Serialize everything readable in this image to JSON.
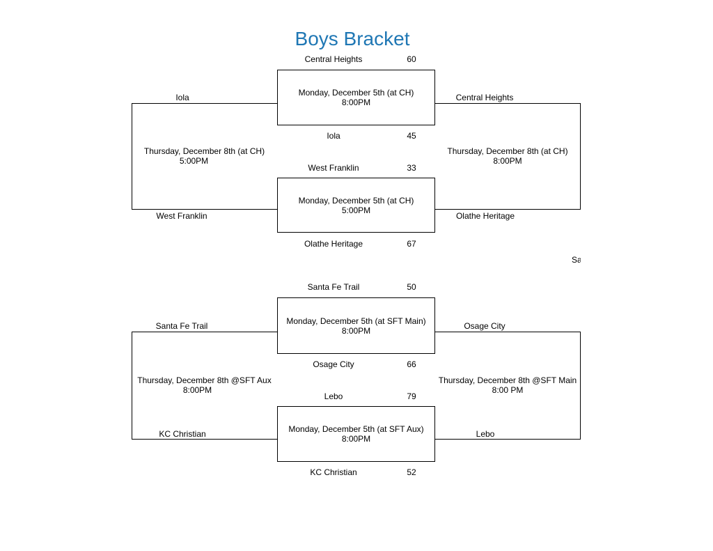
{
  "title": "Boys Bracket",
  "top": {
    "game1": {
      "team_a": "Central Heights",
      "score_a": "60",
      "date": "Monday, December 5th (at CH)",
      "time": "8:00PM",
      "team_b": "Iola",
      "score_b": "45"
    },
    "game2": {
      "team_a": "West Franklin",
      "score_a": "33",
      "date": "Monday, December 5th (at CH)",
      "time": "5:00PM",
      "team_b": "Olathe Heritage",
      "score_b": "67"
    },
    "left_top": "Iola",
    "left_bottom": "West Franklin",
    "left_date": "Thursday, December 8th (at CH)",
    "left_time": "5:00PM",
    "right_top": "Central Heights",
    "right_bottom": "Olathe Heritage",
    "right_date": "Thursday, December 8th (at CH)",
    "right_time": "8:00PM",
    "cut_label": "Sa"
  },
  "bottom": {
    "game1": {
      "team_a": "Santa Fe Trail",
      "score_a": "50",
      "date": "Monday, December 5th (at SFT Main)",
      "time": "8:00PM",
      "team_b": "Osage City",
      "score_b": "66"
    },
    "game2": {
      "team_a": "Lebo",
      "score_a": "79",
      "date": "Monday, December 5th (at SFT Aux)",
      "time": "8:00PM",
      "team_b": "KC Christian",
      "score_b": "52"
    },
    "left_top": "Santa Fe Trail",
    "left_bottom": "KC Christian",
    "left_date": "Thursday, December 8th @SFT Aux",
    "left_time": "8:00PM",
    "right_top": "Osage City",
    "right_bottom": "Lebo",
    "right_date": "Thursday, December 8th @SFT Main",
    "right_time": "8:00 PM"
  }
}
